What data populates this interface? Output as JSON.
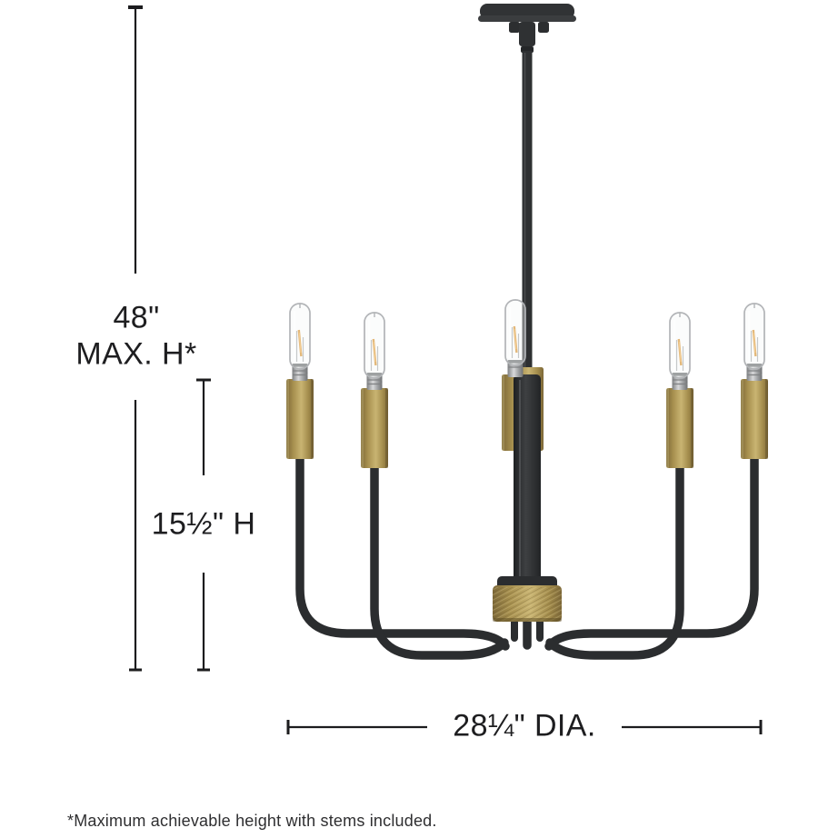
{
  "product_diagram": {
    "type": "chandelier-dimension-diagram",
    "light_count": 5,
    "labels": {
      "max_height_value": "48\"",
      "max_height_qualifier": "MAX. H*",
      "fixture_height": "15½\" H",
      "diameter": "28¼\" DIA.",
      "footnote": "*Maximum achievable height with stems included."
    },
    "colors": {
      "line_ink": "#1c1c1e",
      "metal_black": "#2d2f31",
      "brass": "#b39a55",
      "filament_orange": "#d8922e",
      "socket_silver": "#b7b9bb",
      "background": "#ffffff"
    }
  }
}
